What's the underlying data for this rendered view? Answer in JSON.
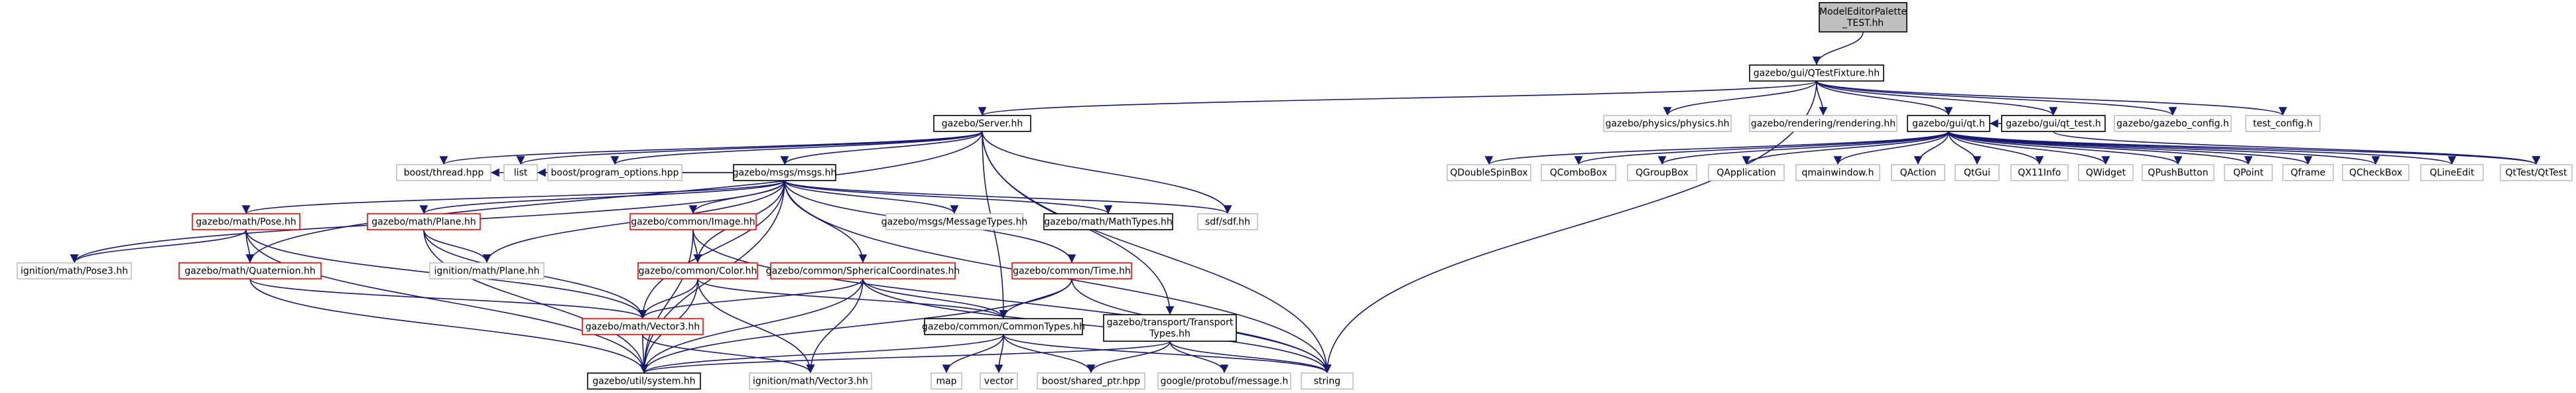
{
  "nodes": [
    {
      "id": "root",
      "lines": [
        "ModelEditorPalette",
        "_TEST.hh"
      ],
      "kind": "root"
    },
    {
      "id": "qtestfixture",
      "lines": [
        "gazebo/gui/QTestFixture.hh"
      ],
      "kind": "black"
    },
    {
      "id": "server",
      "lines": [
        "gazebo/Server.hh"
      ],
      "kind": "black"
    },
    {
      "id": "physics",
      "lines": [
        "gazebo/physics/physics.hh"
      ],
      "kind": "gray"
    },
    {
      "id": "rendering",
      "lines": [
        "gazebo/rendering/rendering.hh"
      ],
      "kind": "gray"
    },
    {
      "id": "qt",
      "lines": [
        "gazebo/gui/qt.h"
      ],
      "kind": "black"
    },
    {
      "id": "qt_test",
      "lines": [
        "gazebo/gui/qt_test.h"
      ],
      "kind": "black"
    },
    {
      "id": "gazebo_config",
      "lines": [
        "gazebo/gazebo_config.h"
      ],
      "kind": "gray"
    },
    {
      "id": "test_config",
      "lines": [
        "test_config.h"
      ],
      "kind": "gray"
    },
    {
      "id": "thread",
      "lines": [
        "boost/thread.hpp"
      ],
      "kind": "gray"
    },
    {
      "id": "list",
      "lines": [
        "list"
      ],
      "kind": "gray"
    },
    {
      "id": "program_options",
      "lines": [
        "boost/program_options.hpp"
      ],
      "kind": "gray"
    },
    {
      "id": "msgs",
      "lines": [
        "gazebo/msgs/msgs.hh"
      ],
      "kind": "black"
    },
    {
      "id": "sdf",
      "lines": [
        "sdf/sdf.hh"
      ],
      "kind": "gray"
    },
    {
      "id": "qdoublespinbox",
      "lines": [
        "QDoubleSpinBox"
      ],
      "kind": "gray"
    },
    {
      "id": "qcombobox",
      "lines": [
        "QComboBox"
      ],
      "kind": "gray"
    },
    {
      "id": "qgroupbox",
      "lines": [
        "QGroupBox"
      ],
      "kind": "gray"
    },
    {
      "id": "qapplication",
      "lines": [
        "QApplication"
      ],
      "kind": "gray"
    },
    {
      "id": "qmainwindow",
      "lines": [
        "qmainwindow.h"
      ],
      "kind": "gray"
    },
    {
      "id": "qaction",
      "lines": [
        "QAction"
      ],
      "kind": "gray"
    },
    {
      "id": "qtgui",
      "lines": [
        "QtGui"
      ],
      "kind": "gray"
    },
    {
      "id": "qx11info",
      "lines": [
        "QX11Info"
      ],
      "kind": "gray"
    },
    {
      "id": "qwidget",
      "lines": [
        "QWidget"
      ],
      "kind": "gray"
    },
    {
      "id": "qpushbutton",
      "lines": [
        "QPushButton"
      ],
      "kind": "gray"
    },
    {
      "id": "qpoint",
      "lines": [
        "QPoint"
      ],
      "kind": "gray"
    },
    {
      "id": "qframe",
      "lines": [
        "Qframe"
      ],
      "kind": "gray"
    },
    {
      "id": "qcheckbox",
      "lines": [
        "QCheckBox"
      ],
      "kind": "gray"
    },
    {
      "id": "qlineedit",
      "lines": [
        "QLineEdit"
      ],
      "kind": "gray"
    },
    {
      "id": "qttest",
      "lines": [
        "QtTest/QtTest"
      ],
      "kind": "gray"
    },
    {
      "id": "pose",
      "lines": [
        "gazebo/math/Pose.hh"
      ],
      "kind": "red"
    },
    {
      "id": "plane",
      "lines": [
        "gazebo/math/Plane.hh"
      ],
      "kind": "red"
    },
    {
      "id": "image",
      "lines": [
        "gazebo/common/Image.hh"
      ],
      "kind": "red"
    },
    {
      "id": "messagetypes",
      "lines": [
        "gazebo/msgs/MessageTypes.hh"
      ],
      "kind": "gray"
    },
    {
      "id": "mathtypes",
      "lines": [
        "gazebo/math/MathTypes.hh"
      ],
      "kind": "black"
    },
    {
      "id": "ign_pose3",
      "lines": [
        "ignition/math/Pose3.hh"
      ],
      "kind": "gray"
    },
    {
      "id": "quaternion",
      "lines": [
        "gazebo/math/Quaternion.hh"
      ],
      "kind": "red"
    },
    {
      "id": "ign_plane",
      "lines": [
        "ignition/math/Plane.hh"
      ],
      "kind": "gray"
    },
    {
      "id": "color",
      "lines": [
        "gazebo/common/Color.hh"
      ],
      "kind": "red"
    },
    {
      "id": "spherical",
      "lines": [
        "gazebo/common/SphericalCoordinates.hh"
      ],
      "kind": "red"
    },
    {
      "id": "time",
      "lines": [
        "gazebo/common/Time.hh"
      ],
      "kind": "red"
    },
    {
      "id": "transporttypes",
      "lines": [
        "gazebo/transport/Transport",
        "Types.hh"
      ],
      "kind": "black"
    },
    {
      "id": "vector3",
      "lines": [
        "gazebo/math/Vector3.hh"
      ],
      "kind": "red"
    },
    {
      "id": "commontypes",
      "lines": [
        "gazebo/common/CommonTypes.hh"
      ],
      "kind": "black"
    },
    {
      "id": "string",
      "lines": [
        "string"
      ],
      "kind": "gray"
    },
    {
      "id": "system",
      "lines": [
        "gazebo/util/system.hh"
      ],
      "kind": "black"
    },
    {
      "id": "ign_vector3",
      "lines": [
        "ignition/math/Vector3.hh"
      ],
      "kind": "gray"
    },
    {
      "id": "map",
      "lines": [
        "map"
      ],
      "kind": "gray"
    },
    {
      "id": "vector",
      "lines": [
        "vector"
      ],
      "kind": "gray"
    },
    {
      "id": "shared_ptr",
      "lines": [
        "boost/shared_ptr.hpp"
      ],
      "kind": "gray"
    },
    {
      "id": "protobuf",
      "lines": [
        "google/protobuf/message.h"
      ],
      "kind": "gray"
    }
  ],
  "edges": [
    [
      "root",
      "qtestfixture"
    ],
    [
      "qtestfixture",
      "server"
    ],
    [
      "qtestfixture",
      "physics"
    ],
    [
      "qtestfixture",
      "rendering"
    ],
    [
      "qtestfixture",
      "qt"
    ],
    [
      "qtestfixture",
      "qt_test"
    ],
    [
      "qtestfixture",
      "gazebo_config"
    ],
    [
      "qtestfixture",
      "test_config"
    ],
    [
      "qtestfixture",
      "string"
    ],
    [
      "server",
      "thread"
    ],
    [
      "server",
      "list"
    ],
    [
      "server",
      "program_options"
    ],
    [
      "server",
      "msgs"
    ],
    [
      "server",
      "sdf"
    ],
    [
      "server",
      "quaternion"
    ],
    [
      "server",
      "commontypes"
    ],
    [
      "server",
      "transporttypes"
    ],
    [
      "server",
      "string"
    ],
    [
      "qt",
      "qdoublespinbox"
    ],
    [
      "qt",
      "qcombobox"
    ],
    [
      "qt",
      "qgroupbox"
    ],
    [
      "qt",
      "qapplication"
    ],
    [
      "qt",
      "qmainwindow"
    ],
    [
      "qt",
      "qaction"
    ],
    [
      "qt",
      "qtgui"
    ],
    [
      "qt",
      "qx11info"
    ],
    [
      "qt",
      "qwidget"
    ],
    [
      "qt",
      "qpushbutton"
    ],
    [
      "qt",
      "qpoint"
    ],
    [
      "qt",
      "qframe"
    ],
    [
      "qt",
      "qcheckbox"
    ],
    [
      "qt",
      "qlineedit"
    ],
    [
      "qt",
      "qttest"
    ],
    [
      "qt_test",
      "qttest"
    ],
    [
      "qt_test",
      "qt"
    ],
    [
      "msgs",
      "thread"
    ],
    [
      "msgs",
      "list"
    ],
    [
      "msgs",
      "sdf"
    ],
    [
      "msgs",
      "pose"
    ],
    [
      "msgs",
      "plane"
    ],
    [
      "msgs",
      "image"
    ],
    [
      "msgs",
      "messagetypes"
    ],
    [
      "msgs",
      "mathtypes"
    ],
    [
      "msgs",
      "ign_pose3"
    ],
    [
      "msgs",
      "ign_plane"
    ],
    [
      "msgs",
      "color"
    ],
    [
      "msgs",
      "spherical"
    ],
    [
      "msgs",
      "time"
    ],
    [
      "msgs",
      "vector3"
    ],
    [
      "msgs",
      "string"
    ],
    [
      "msgs",
      "system"
    ],
    [
      "pose",
      "ign_pose3"
    ],
    [
      "pose",
      "quaternion"
    ],
    [
      "pose",
      "vector3"
    ],
    [
      "pose",
      "system"
    ],
    [
      "plane",
      "ign_plane"
    ],
    [
      "plane",
      "vector3"
    ],
    [
      "plane",
      "system"
    ],
    [
      "image",
      "color"
    ],
    [
      "image",
      "string"
    ],
    [
      "image",
      "system"
    ],
    [
      "quaternion",
      "vector3"
    ],
    [
      "quaternion",
      "system"
    ],
    [
      "color",
      "vector3"
    ],
    [
      "color",
      "system"
    ],
    [
      "color",
      "ign_vector3"
    ],
    [
      "color",
      "commontypes"
    ],
    [
      "spherical",
      "vector3"
    ],
    [
      "spherical",
      "ign_vector3"
    ],
    [
      "spherical",
      "system"
    ],
    [
      "spherical",
      "commontypes"
    ],
    [
      "spherical",
      "string"
    ],
    [
      "time",
      "commontypes"
    ],
    [
      "time",
      "system"
    ],
    [
      "time",
      "string"
    ],
    [
      "vector3",
      "ign_vector3"
    ],
    [
      "vector3",
      "system"
    ],
    [
      "commontypes",
      "map"
    ],
    [
      "commontypes",
      "vector"
    ],
    [
      "commontypes",
      "shared_ptr"
    ],
    [
      "commontypes",
      "string"
    ],
    [
      "commontypes",
      "system"
    ],
    [
      "transporttypes",
      "shared_ptr"
    ],
    [
      "transporttypes",
      "protobuf"
    ],
    [
      "transporttypes",
      "system"
    ],
    [
      "transporttypes",
      "string"
    ]
  ],
  "colors": {
    "edge": "#191970",
    "root_fill": "#bfbfbf",
    "black_border": "#000000",
    "gray_border": "#bfbfbf",
    "red_border": "#ff0000",
    "text": "#000000"
  }
}
